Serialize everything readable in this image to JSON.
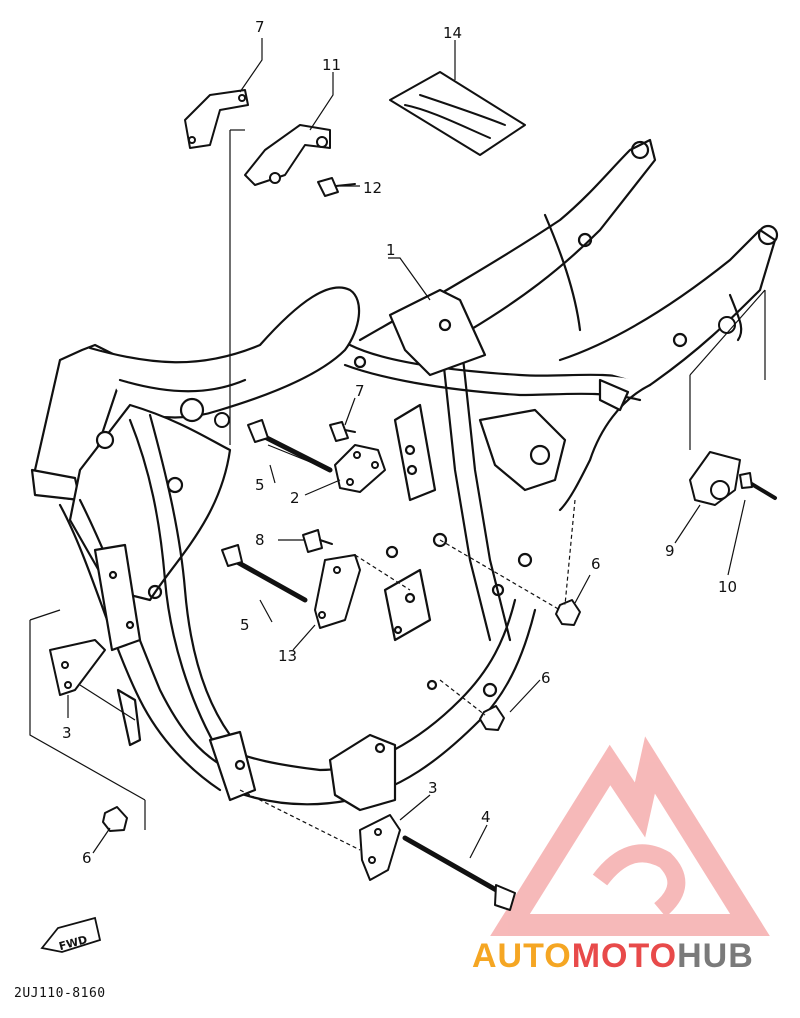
{
  "diagram": {
    "part_code": "2UJ110-8160",
    "fwd_label": "FWD",
    "callouts": [
      {
        "id": "c1",
        "label": "1"
      },
      {
        "id": "c2",
        "label": "2"
      },
      {
        "id": "c3a",
        "label": "3"
      },
      {
        "id": "c3b",
        "label": "3"
      },
      {
        "id": "c4",
        "label": "4"
      },
      {
        "id": "c5a",
        "label": "5"
      },
      {
        "id": "c5b",
        "label": "5"
      },
      {
        "id": "c6a",
        "label": "6"
      },
      {
        "id": "c6b",
        "label": "6"
      },
      {
        "id": "c6c",
        "label": "6"
      },
      {
        "id": "c7a",
        "label": "7"
      },
      {
        "id": "c7b",
        "label": "7"
      },
      {
        "id": "c8",
        "label": "8"
      },
      {
        "id": "c9",
        "label": "9"
      },
      {
        "id": "c10",
        "label": "10"
      },
      {
        "id": "c11",
        "label": "11"
      },
      {
        "id": "c12",
        "label": "12"
      },
      {
        "id": "c13",
        "label": "13"
      },
      {
        "id": "c14",
        "label": "14"
      }
    ]
  },
  "watermark": {
    "part1": "AUTO",
    "part2": "MOTO",
    "part3": "HUB",
    "colors": {
      "orange": "#f5a623",
      "red": "#e84a4a",
      "gray": "#7a7a7a"
    }
  }
}
